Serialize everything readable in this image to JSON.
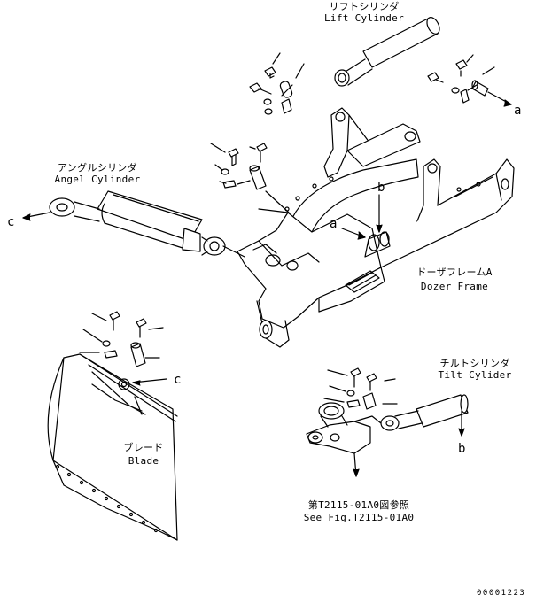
{
  "labels": {
    "lift_cylinder": {
      "ja": "リフトシリンダ",
      "en": "Lift Cylinder"
    },
    "angle_cylinder": {
      "ja": "アングルシリンダ",
      "en": "Angel Cylinder"
    },
    "dozer_frame": {
      "ja": "ドーザフレームA",
      "en": "Dozer Frame"
    },
    "blade": {
      "ja": "ブレード",
      "en": "Blade"
    },
    "tilt_cylinder": {
      "ja": "チルトシリンダ",
      "en": "Tilt Cylider"
    },
    "see_fig": {
      "ja": "第T2115-01A0図参照",
      "en": "See Fig.T2115-01A0"
    }
  },
  "connection_markers": {
    "a_right": "a",
    "a_frame": "a",
    "b_frame": "b",
    "b_tilt": "b",
    "c_left": "c",
    "c_blade": "c"
  },
  "drawing_code": "00001223"
}
